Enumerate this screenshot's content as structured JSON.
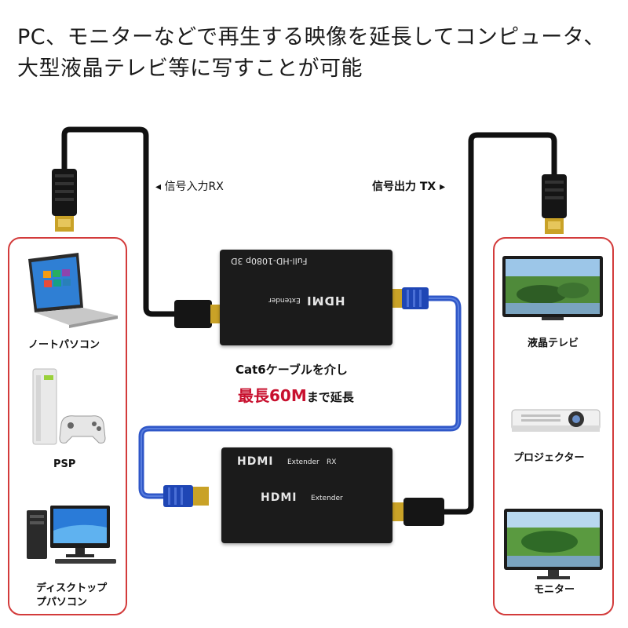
{
  "headline": {
    "line1": "PC、モニターなどで再生する映像を延長してコンピュータ、",
    "line2": "大型液晶テレビ等に写すことが可能"
  },
  "signals": {
    "input_label": "◂ 信号入力RX",
    "output_label": "信号出力 TX ▸"
  },
  "cable_note": {
    "line1": "Cat6ケーブルを介し",
    "line2_red": "最長60M",
    "line2_black": "まで延長"
  },
  "sources": [
    {
      "label": "ノートパソコン",
      "icon": "laptop-icon"
    },
    {
      "label": "PSP",
      "icon": "game-console-icon"
    },
    {
      "label": "ディスクトップ",
      "label2": "プパソコン",
      "icon": "desktop-pc-icon"
    }
  ],
  "displays": [
    {
      "label": "液晶テレビ",
      "icon": "tv-icon"
    },
    {
      "label": "プロジェクター",
      "icon": "projector-icon"
    },
    {
      "label": "モニター",
      "icon": "monitor-icon"
    }
  ],
  "tx_box": {
    "spec": "Full-HD-1080p 3D",
    "brand": "HDMI",
    "sub": "Extender"
  },
  "rx_box": {
    "brand": "HDMI",
    "sub": "Extender",
    "tag": "RX",
    "brand2": "HDMI",
    "sub2": "Extender"
  },
  "colors": {
    "panel_border": "#d33b3b",
    "cat6_cable": "#2f57c8",
    "hdmi_cable": "#111111",
    "highlight_red": "#c8102e"
  }
}
